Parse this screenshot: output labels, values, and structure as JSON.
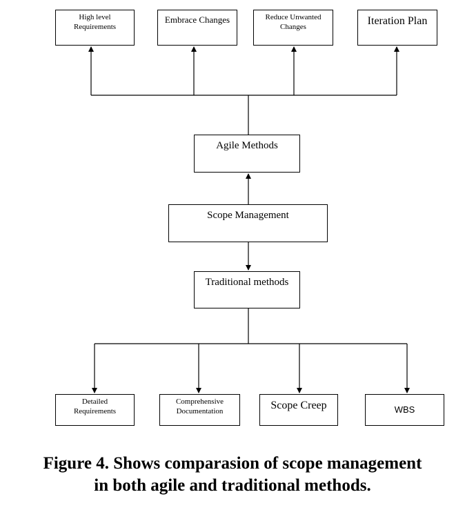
{
  "agile_children": [
    "High level\nRequirements",
    "Embrace Changes",
    "Reduce Unwanted\nChanges",
    "Iteration Plan"
  ],
  "agile_methods": "Agile Methods",
  "scope_management": "Scope Management",
  "traditional_methods": "Traditional methods",
  "traditional_children": [
    "Detailed\nRequirements",
    "Comprehensive\nDocumentation",
    "Scope Creep",
    "WBS"
  ],
  "caption": {
    "line1": "Figure 4. Shows comparasion of scope management",
    "line2": "in both agile and traditional methods."
  }
}
